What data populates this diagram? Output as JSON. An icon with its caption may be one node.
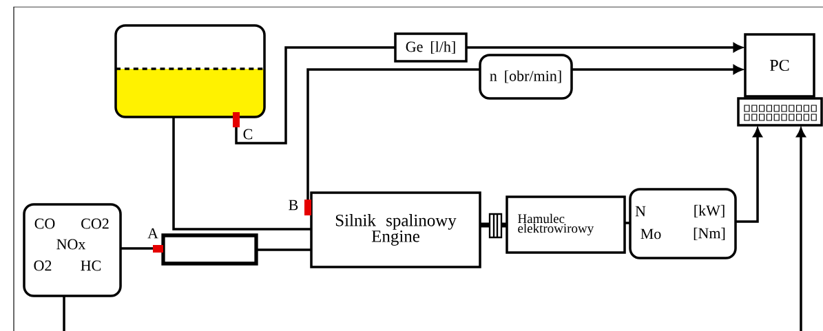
{
  "diagram": {
    "nodes": [
      {
        "text": [],
        "shape": "box"
      },
      {
        "text": [
          "Ge [l/h]"
        ]
      },
      {
        "text": [
          "n [obr/min]"
        ]
      },
      {
        "text": [
          "PC"
        ]
      },
      {
        "text": [],
        "shape": "box"
      },
      {
        "text": [
          "CO",
          "CO2",
          "NOx",
          "O2",
          "HC"
        ]
      },
      {
        "text": [],
        "shape": "box"
      },
      {
        "text": [
          "Silnik spalinowy Engine"
        ]
      },
      {
        "text": [
          "Hamulec elektrowirowy"
        ]
      },
      {
        "text": [
          "N",
          "[kW]",
          "Mo",
          "[Nm]"
        ]
      }
    ],
    "edges": [
      {
        "from": 0,
        "to": 1,
        "arrow": "none"
      },
      {
        "from": 1,
        "to": 3,
        "arrow": "to"
      },
      {
        "from": 7,
        "to": 2,
        "arrow": "none"
      },
      {
        "from": 2,
        "to": 3,
        "arrow": "to"
      },
      {
        "from": 0,
        "to": 7,
        "arrow": "none"
      },
      {
        "from": 5,
        "to": 6,
        "arrow": "none"
      },
      {
        "from": 6,
        "to": 7,
        "arrow": "none"
      },
      {
        "from": 7,
        "to": 8,
        "arrow": "none",
        "style": "thick"
      },
      {
        "from": 8,
        "to": 9,
        "arrow": "none"
      },
      {
        "from": 9,
        "to": 4,
        "arrow": "to"
      },
      {
        "from": 5,
        "to": null,
        "arrow": "none"
      },
      {
        "from": null,
        "to": 4,
        "arrow": "to"
      }
    ],
    "labels": [
      "A",
      "B",
      "C"
    ]
  }
}
